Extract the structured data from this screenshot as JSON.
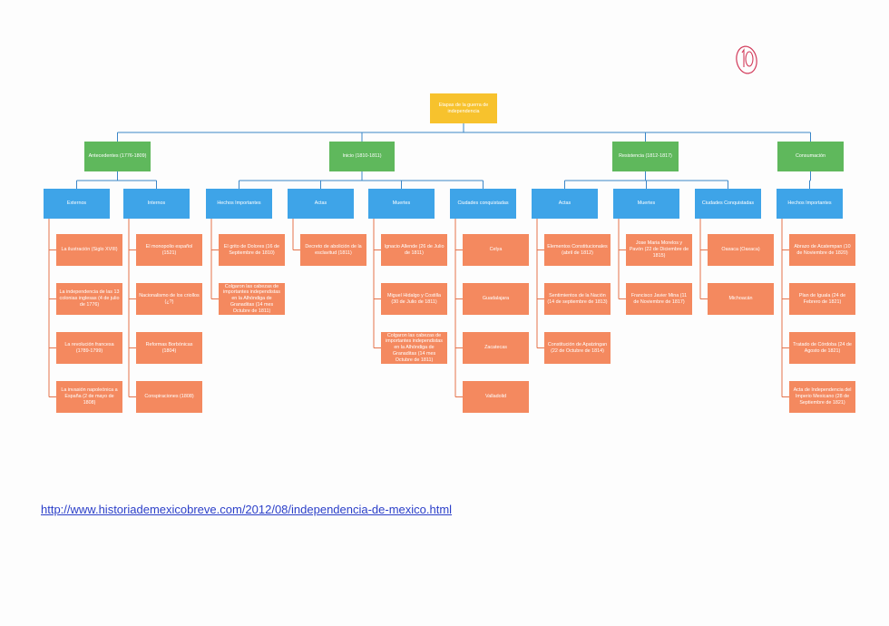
{
  "root": "Etapas de la guerra de independencia",
  "phases": [
    "Antecedentes (1776-1809)",
    "Inicio (1810-1811)",
    "Resistencia (1812-1817)",
    "Consumación"
  ],
  "categories": [
    {
      "label": "Externos",
      "items": [
        "La ilustración (Siglo XVIII)",
        "La independencia de las 13 colonias inglesas (4 de julio de 1776)",
        "La revolución francesa (1789-1799)",
        "La invasión napoleónica a España (2 de mayo de 1808)"
      ]
    },
    {
      "label": "Internos",
      "items": [
        "El monopolio español (1521)",
        "Nacionalismo de los criollos (¿?)",
        "Reformas Borbónicas (1804)",
        "Conspiraciones (1808)"
      ]
    },
    {
      "label": "Hechos Importantes",
      "items": [
        "El grito de Dolores (16 de Septiembre de 1810)",
        "Colgaron las cabezas de importantes independistas en la Alhóndiga de Granaditas (14 mes Octubre de 1811)"
      ]
    },
    {
      "label": "Actas",
      "items": [
        "Decreto de abolición de la esclavitud (1811)"
      ]
    },
    {
      "label": "Muertes",
      "items": [
        "Ignacio Allende (26 de Julio de 1811)",
        "Miguel Hidalgo y Costilla (30 de Julio de 1811)",
        "Colgaron las cabezas de importantes independistas en la Alhóndiga de Granaditas (14 mes Octubre de 1811)"
      ]
    },
    {
      "label": "Ciudades conquistadas",
      "items": [
        "Celya",
        "Guadalajara",
        "Zacatecas",
        "Valladolid"
      ]
    },
    {
      "label": "Actas",
      "items": [
        "Elementos Constitucionales (abril de 1812)",
        "Sentimientos de la Nación (14 de septiembre de 1813)",
        "Constitución de Apatzingan (22 de Octubre de 1814)"
      ]
    },
    {
      "label": "Muertes",
      "items": [
        "Jose Maria Morelos y Pavón (22 de Diciembre de 1815)",
        "Francisco Javier Mina (11 de Noviembre de 1817)"
      ]
    },
    {
      "label": "Ciudades Conquistadas",
      "items": [
        "Oaxaca (Oaxaca)",
        "Michoacán"
      ]
    },
    {
      "label": "Hechos Importantes",
      "items": [
        "Abrazo de Acatempan (10 de Noviembre de 1820)",
        "Plan de Iguala (24 de Febrero de 1821)",
        "Tratado de Córdoba (24 de Agosto de 1821)",
        "Acta de Independencia del Imperio Mexicano (28 de Septiembre de 1821)"
      ]
    }
  ],
  "source_url": "http://www.historiademexicobreve.com/2012/08/independencia-de-mexico.html",
  "page_mark": "10",
  "colors": {
    "root": "#f7c22d",
    "phase": "#5fb85c",
    "category": "#3ea4e8",
    "leaf": "#f4895f",
    "connector": "#3a86c8",
    "leaf_connector": "#e5734a",
    "mark": "#d23a5a"
  }
}
